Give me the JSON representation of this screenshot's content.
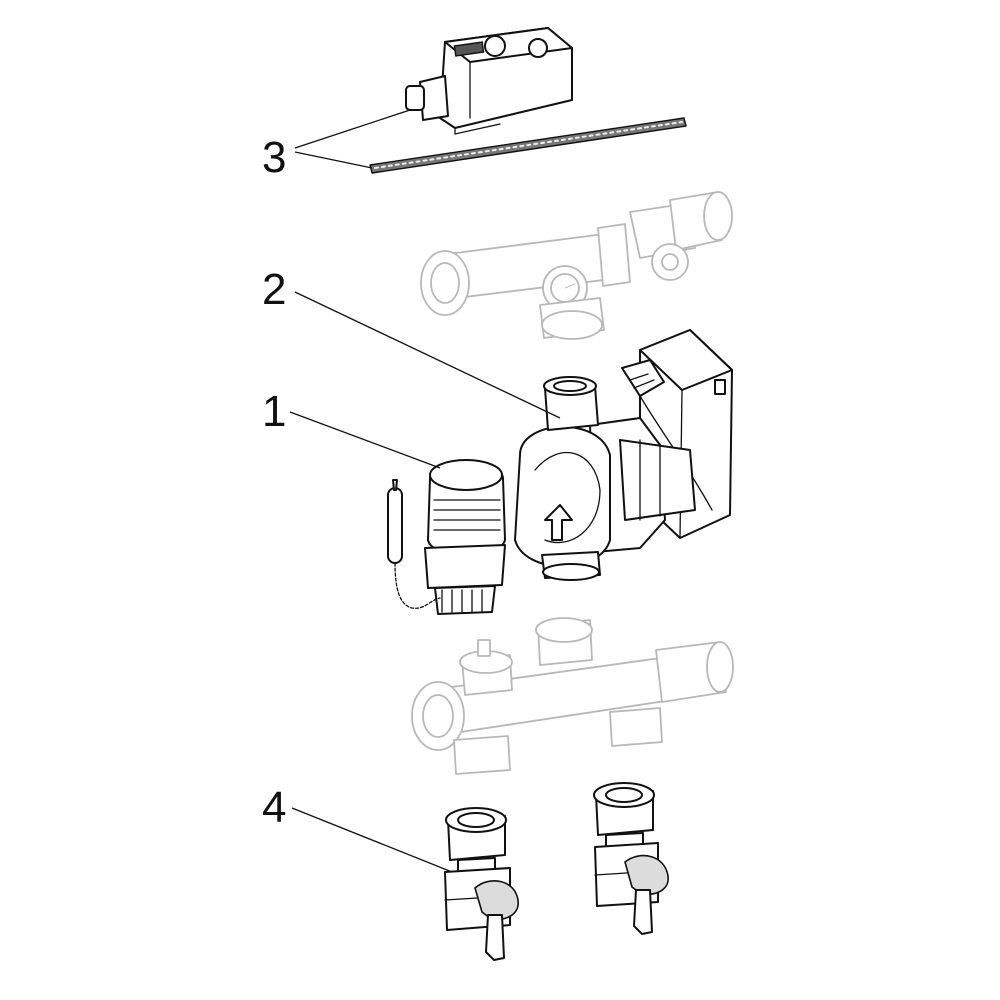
{
  "callouts": {
    "c1": "1",
    "c2": "2",
    "c3": "3",
    "c4": "4"
  },
  "colors": {
    "line": "#111111",
    "ghost": "#b8b8b8",
    "background": "#ffffff"
  }
}
